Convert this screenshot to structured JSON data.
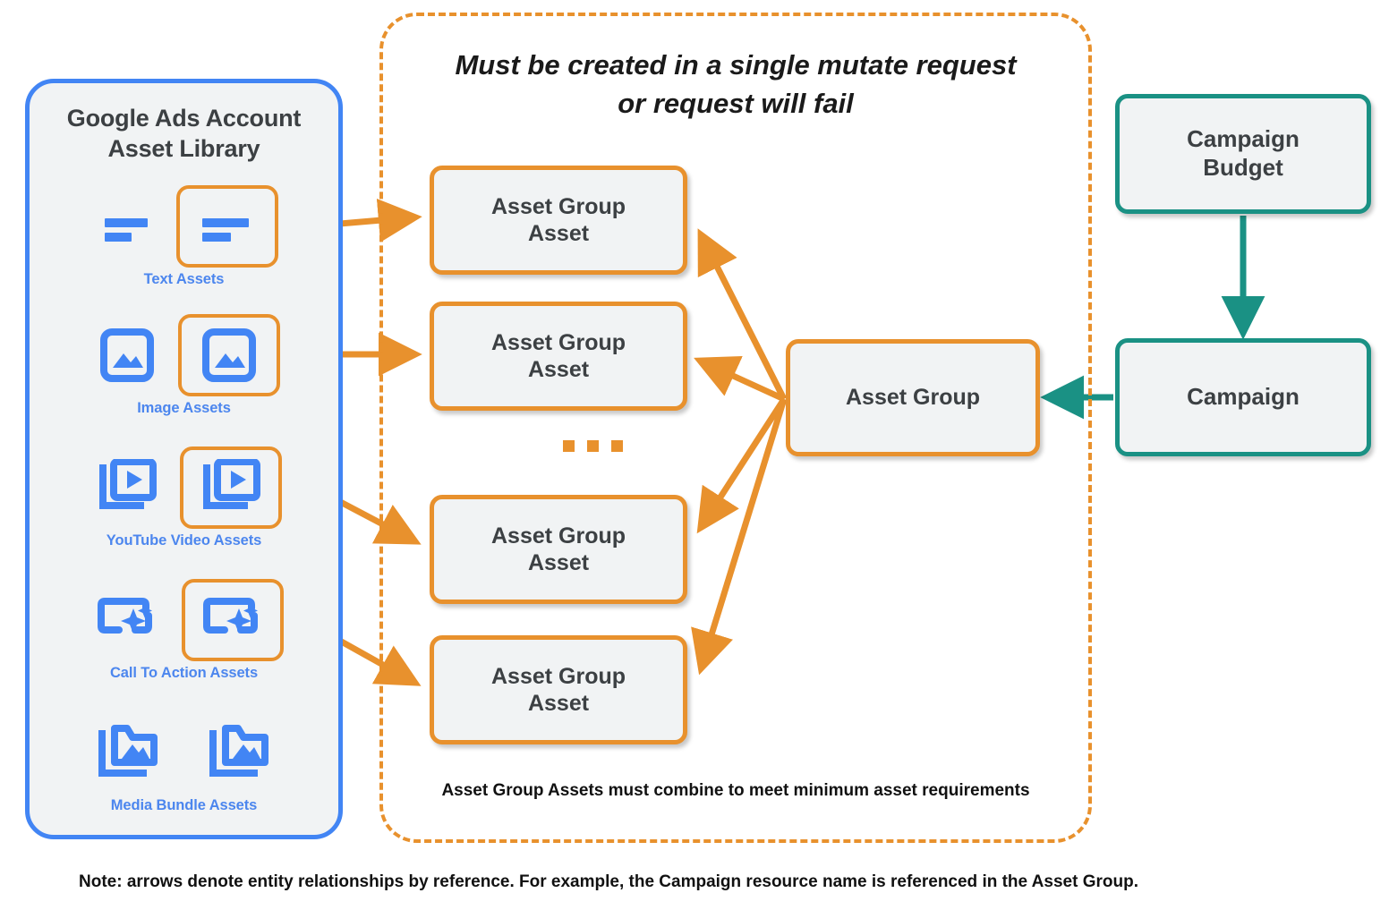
{
  "library": {
    "title_line1": "Google Ads Account",
    "title_line2": "Asset Library",
    "border_color": "#4285f4",
    "label_color": "#4c86ee",
    "items": [
      {
        "label": "Text Assets",
        "icon": "text-asset-icon"
      },
      {
        "label": "Image Assets",
        "icon": "image-asset-icon"
      },
      {
        "label": "YouTube Video  Assets",
        "icon": "youtube-video-asset-icon"
      },
      {
        "label": "Call To Action Assets",
        "icon": "call-to-action-asset-icon"
      },
      {
        "label": "Media Bundle  Assets",
        "icon": "media-bundle-asset-icon"
      }
    ]
  },
  "mutate_container": {
    "title_line1": "Must be created in a single mutate request",
    "title_line2": "or request will fail",
    "bottom_note": "Asset Group Assets must combine to meet minimum asset requirements",
    "border_color": "#e8912d",
    "ellipsis": "…"
  },
  "nodes": {
    "asset_group_assets": [
      {
        "line1": "Asset Group",
        "line2": "Asset"
      },
      {
        "line1": "Asset Group",
        "line2": "Asset"
      },
      {
        "line1": "Asset Group",
        "line2": "Asset"
      },
      {
        "line1": "Asset Group",
        "line2": "Asset"
      }
    ],
    "asset_group": "Asset Group",
    "campaign_budget_line1": "Campaign",
    "campaign_budget_line2": "Budget",
    "campaign": "Campaign"
  },
  "colors": {
    "orange": "#e8912d",
    "teal": "#1a9184",
    "blue": "#4285f4",
    "node_fill": "#f1f3f4",
    "text_dark": "#3c4043"
  },
  "footer": {
    "note": "Note: arrows denote entity relationships by reference. For example, the Campaign resource name is referenced in the Asset Group."
  }
}
